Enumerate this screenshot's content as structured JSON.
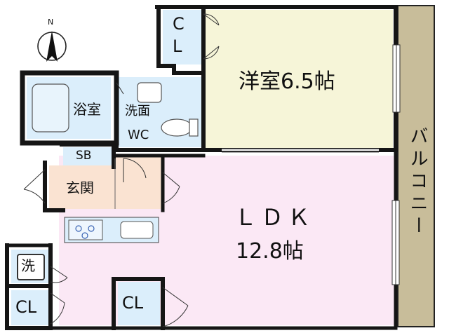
{
  "compass": {
    "north_label": "N"
  },
  "rooms": {
    "western_room": {
      "label": "洋室6.5帖"
    },
    "ldk": {
      "label": "ＬＤＫ",
      "size": "12.8帖"
    },
    "bathroom": {
      "label": "浴室"
    },
    "washroom": {
      "label": "洗面"
    },
    "wc": {
      "label": "WC"
    },
    "shoe_box": {
      "label": "SB"
    },
    "entrance": {
      "label": "玄関"
    },
    "balcony": {
      "label": "バルコニー"
    },
    "closet_top": {
      "line1": "C",
      "line2": "L"
    },
    "closet_left": {
      "label": "CL"
    },
    "closet_bottom": {
      "label": "CL"
    },
    "washer": {
      "label": "洗"
    }
  },
  "colors": {
    "western_room_fill": "#f6f5d8",
    "ldk_fill": "#fbe8f5",
    "wet_area_fill": "#dbeefb",
    "entrance_fill": "#fae3d2",
    "balcony_fill": "#c8bd9a",
    "wall": "#151515"
  }
}
